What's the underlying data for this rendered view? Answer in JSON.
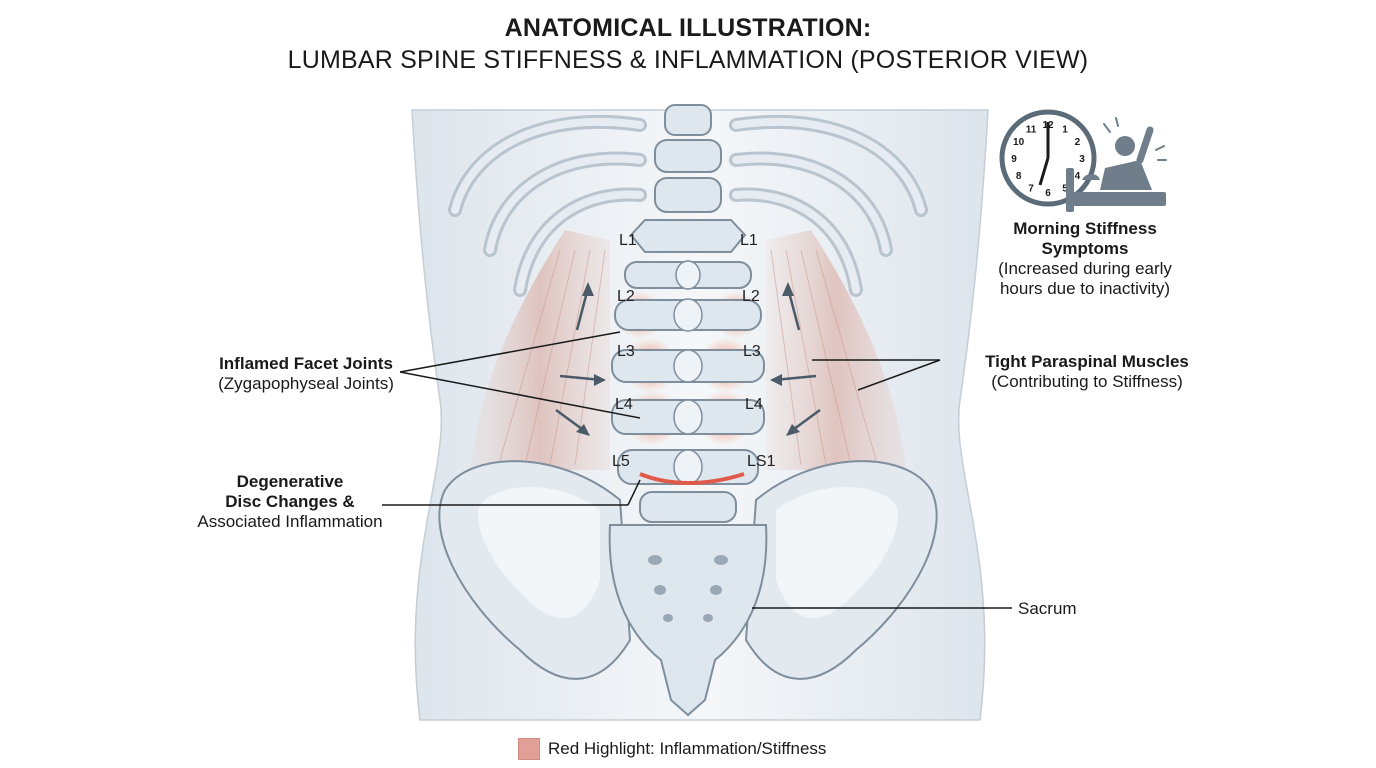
{
  "title": {
    "line1": "ANATOMICAL ILLUSTRATION:",
    "line2": "LUMBAR SPINE STIFFNESS & INFLAMMATION (POSTERIOR VIEW)"
  },
  "vertebra_labels_left": [
    "L1",
    "L2",
    "L3",
    "L4",
    "L5"
  ],
  "vertebra_labels_right": [
    "L1",
    "L2",
    "L3",
    "L4",
    "LS1"
  ],
  "callouts": {
    "facet": {
      "title": "Inflamed Facet Joints",
      "sub": "(Zygapophyseal Joints)"
    },
    "disc": {
      "line1": "Degenerative",
      "line2": "Disc Changes &",
      "line3": "Associated Inflammation"
    },
    "muscles": {
      "title": "Tight Paraspinal Muscles",
      "sub": "(Contributing to Stiffness)"
    },
    "sacrum": {
      "label": "Sacrum"
    },
    "morning": {
      "title_line1": "Morning Stiffness",
      "title_line2": "Symptoms",
      "sub_line1": "(Increased during early",
      "sub_line2": "hours due to inactivity)"
    }
  },
  "clock_numbers": [
    "12",
    "1",
    "2",
    "3",
    "4",
    "5",
    "6",
    "7",
    "8",
    "9",
    "10",
    "11"
  ],
  "legend": {
    "label": "Red Highlight: Inflammation/Stiffness"
  },
  "icons": [
    "clock-icon",
    "waking-person-icon"
  ],
  "colors": {
    "bone": "#dfe7ee",
    "bone_stroke": "#7e8e9c",
    "inflammation": "#e8745a",
    "muscle": "#d8a79c"
  }
}
